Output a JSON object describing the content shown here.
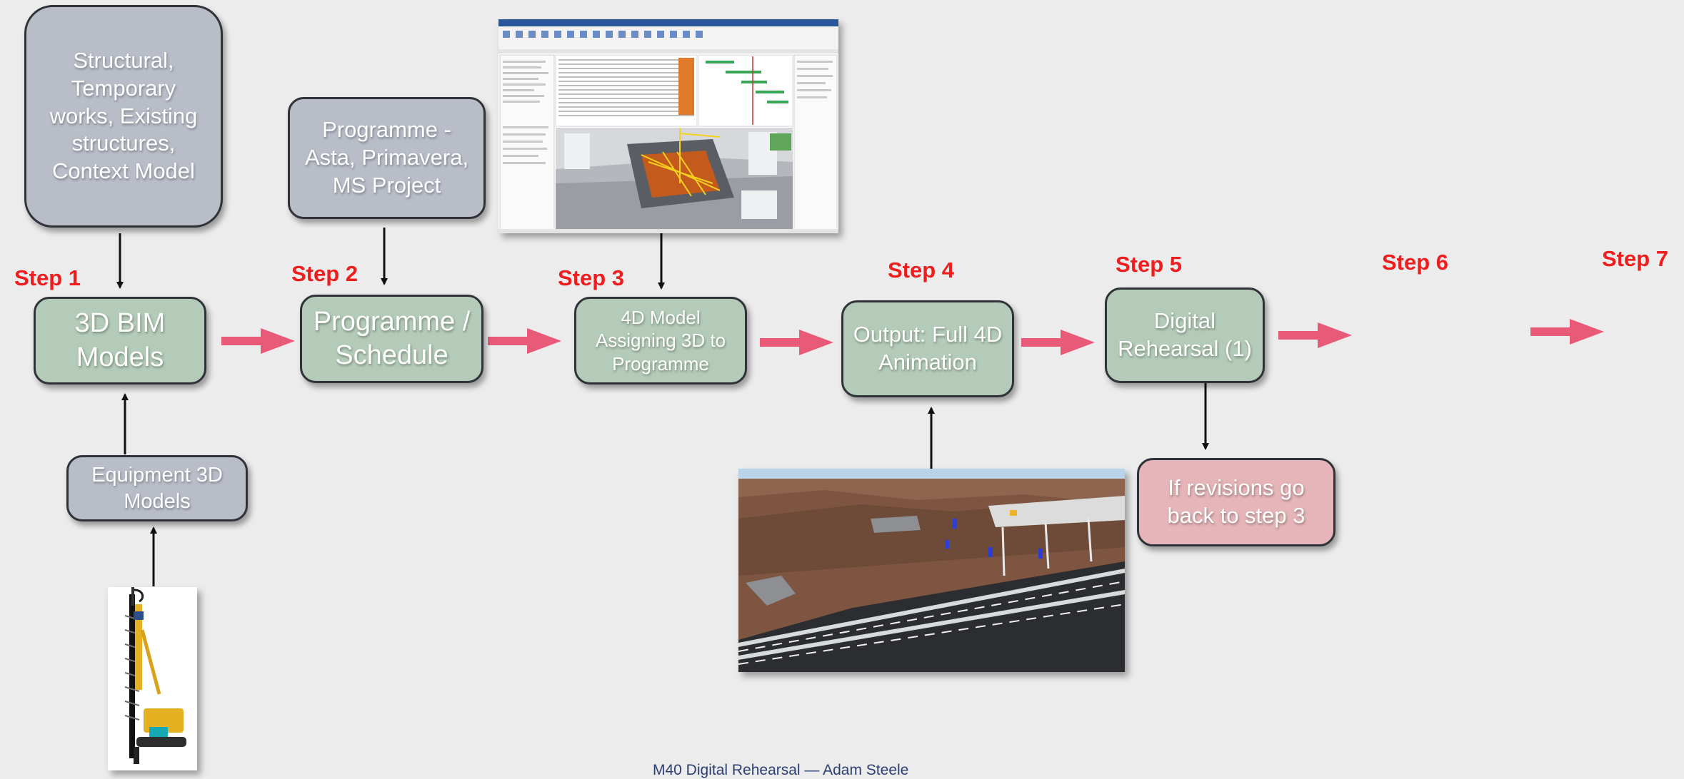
{
  "boxes": {
    "inputs": "Structural, Temporary works, Existing structures, Context Model",
    "bim": "3D BIM Models",
    "equipment": "Equipment 3D Models",
    "programme_sources": "Programme - Asta, Primavera, MS Project",
    "schedule": "Programme / Schedule",
    "model4d": "4D Model Assigning 3D to Programme",
    "output": "Output: Full 4D Animation",
    "rehearsal": "Digital Rehearsal (1)",
    "revisions": "If revisions go back to step 3"
  },
  "steps": [
    "Step 1",
    "Step 2",
    "Step 3",
    "Step 4",
    "Step 5",
    "Step 6",
    "Step 7"
  ],
  "footer": "M40 Digital Rehearsal — Adam Steele",
  "colors": {
    "gray_box": "#b9bdc8",
    "green_box": "#b3cbb8",
    "pink_box": "#e5b5b9",
    "step_label": "#ef1d1d",
    "flow_arrow": "#e85a78"
  }
}
